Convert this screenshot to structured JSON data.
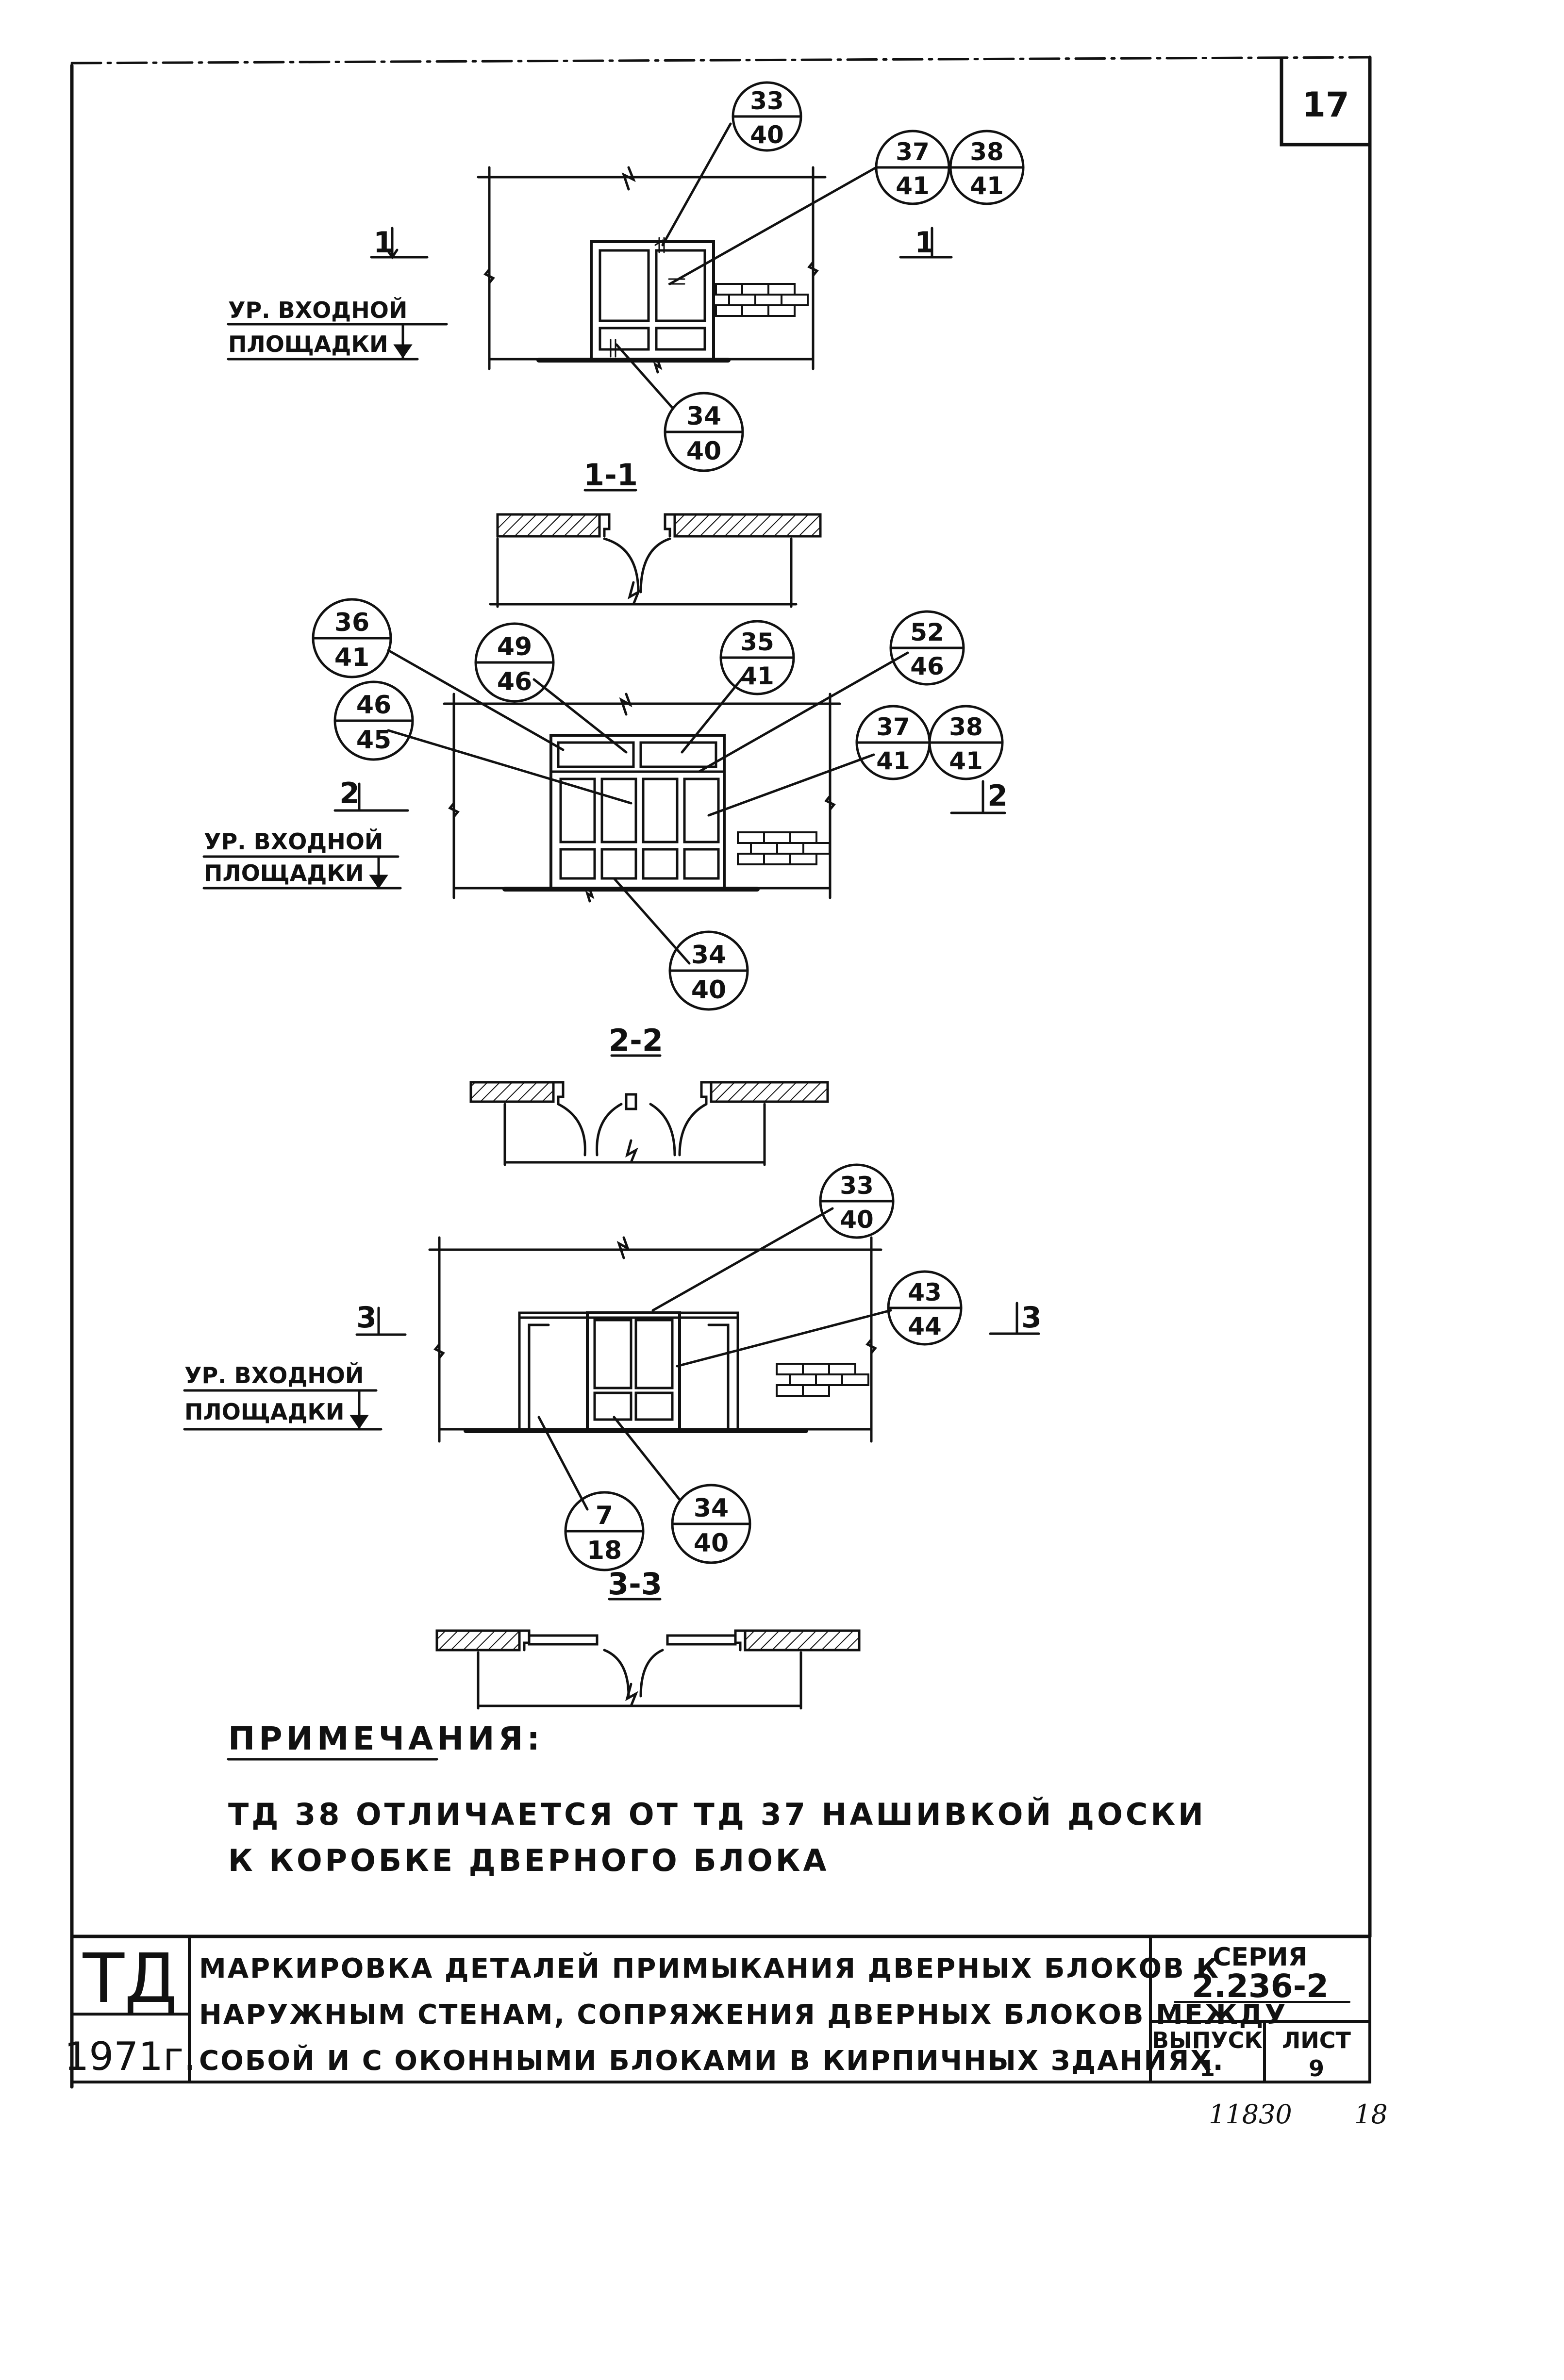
{
  "sheet_number": "17",
  "elevations": [
    {
      "section_mark": "1",
      "level_label_line1": "УР. ВХОДНОЙ",
      "level_label_line2": "ПЛОЩАДКИ",
      "callouts": [
        {
          "top": "33",
          "bottom": "40"
        },
        {
          "top": "37",
          "bottom": "41"
        },
        {
          "top": "38",
          "bottom": "41"
        },
        {
          "top": "34",
          "bottom": "40"
        }
      ]
    },
    {
      "section_mark": "2",
      "level_label_line1": "УР. ВХОДНОЙ",
      "level_label_line2": "ПЛОЩАДКИ",
      "callouts": [
        {
          "top": "36",
          "bottom": "41"
        },
        {
          "top": "49",
          "bottom": "46"
        },
        {
          "top": "35",
          "bottom": "41"
        },
        {
          "top": "52",
          "bottom": "46"
        },
        {
          "top": "46",
          "bottom": "45"
        },
        {
          "top": "37",
          "bottom": "41"
        },
        {
          "top": "38",
          "bottom": "41"
        },
        {
          "top": "34",
          "bottom": "40"
        }
      ]
    },
    {
      "section_mark": "3",
      "level_label_line1": "УР. ВХОДНОЙ",
      "level_label_line2": "ПЛОЩАДКИ",
      "callouts": [
        {
          "top": "33",
          "bottom": "40"
        },
        {
          "top": "43",
          "bottom": "44"
        },
        {
          "top": "7",
          "bottom": "18"
        },
        {
          "top": "34",
          "bottom": "40"
        }
      ]
    }
  ],
  "sections": [
    "1-1",
    "2-2",
    "3-3"
  ],
  "notes": {
    "heading": "ПРИМЕЧАНИЯ:",
    "line1": "ТД 38  ОТЛИЧАЕТСЯ  ОТ ТД 37  НАШИВКОЙ  ДОСКИ",
    "line2": "К  КОРОБКЕ  ДВЕРНОГО  БЛОКА"
  },
  "title_block": {
    "logo": "ТД",
    "year": "1971г.",
    "title_line1": "МАРКИРОВКА  ДЕТАЛЕЙ  ПРИМЫКАНИЯ  ДВЕРНЫХ  БЛОКОВ  К",
    "title_line2": "НАРУЖНЫМ  СТЕНАМ,  СОПРЯЖЕНИЯ  ДВЕРНЫХ  БЛОКОВ  МЕЖДУ",
    "title_line3": "СОБОЙ  И  С  ОКОННЫМИ  БЛОКАМИ  В  КИРПИЧНЫХ  ЗДАНИЯХ.",
    "series_label": "СЕРИЯ",
    "series_value": "2.236-2",
    "issue_label": "ВЫПУСК",
    "issue_value": "1",
    "sheet_label": "ЛИСТ",
    "sheet_value": "9"
  },
  "handwritten": {
    "number": "11830",
    "page": "18"
  }
}
